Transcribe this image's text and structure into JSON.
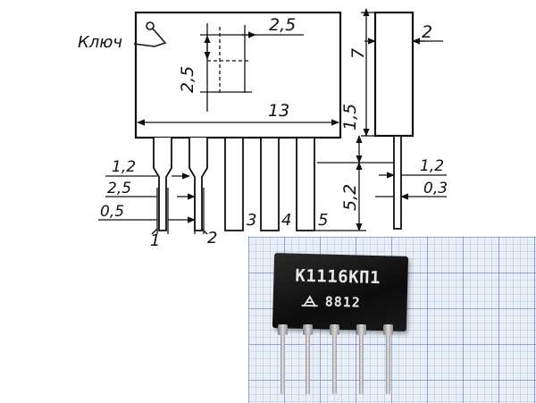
{
  "drawing": {
    "key_label": "Ключ",
    "pin_labels": [
      "1",
      "2",
      "3",
      "4",
      "5"
    ],
    "dimensions": {
      "pin_pitch_horizontal": "2,5",
      "pin_pitch_vertical": "2,5",
      "body_thickness": "7",
      "side_width": "2",
      "body_length": "13",
      "lead_offset": "1,5",
      "lead_wide_width": "1,2",
      "lead_spacing": "2,5",
      "lead_narrow_width": "0,5",
      "lead_length": "5,2",
      "side_lead_width": "1,2",
      "side_lead_thickness": "0,3"
    }
  },
  "photo": {
    "part_marking": "К1116КП1",
    "date_code": "8812",
    "logo_icon": "manufacturer-logo-icon",
    "lead_count": 5
  }
}
